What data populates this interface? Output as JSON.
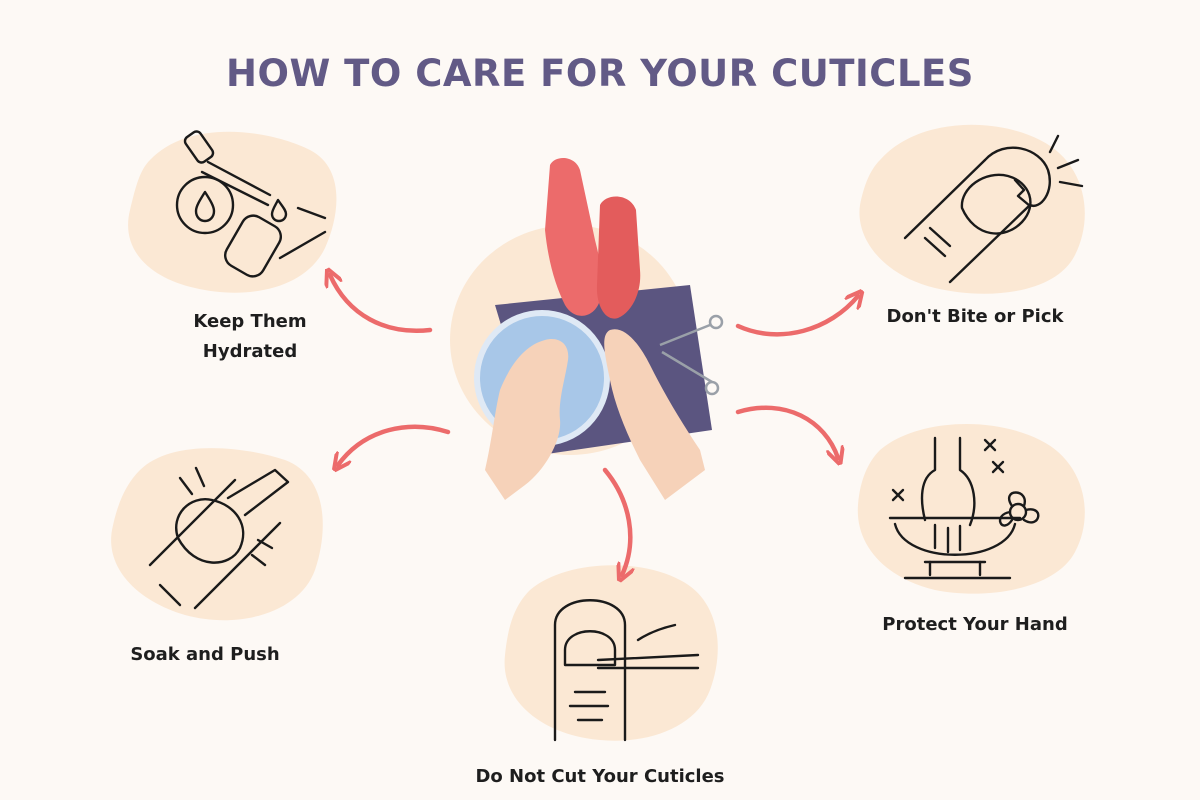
{
  "title": "HOW TO CARE FOR YOUR CUTICLES",
  "steps": {
    "hydrated": "Keep Them Hydrated",
    "soak": "Soak and Push",
    "cut": "Do Not Cut Your Cuticles",
    "bite": "Don't Bite or Pick",
    "protect": "Protect Your Hand"
  },
  "colors": {
    "background": "#fdf9f5",
    "title": "#625a86",
    "blob": "#fbe8d4",
    "arrow": "#ec6b6b",
    "glove": "#ec6b6b",
    "towel": "#5b5580",
    "bowl": "#a8c7e8",
    "skin": "#f6d2b9",
    "line": "#1a1a1a"
  },
  "icons": [
    "dropper-nail-icon",
    "cracked-nail-icon",
    "pusher-nail-icon",
    "cutter-nail-icon",
    "bowl-hand-icon"
  ]
}
